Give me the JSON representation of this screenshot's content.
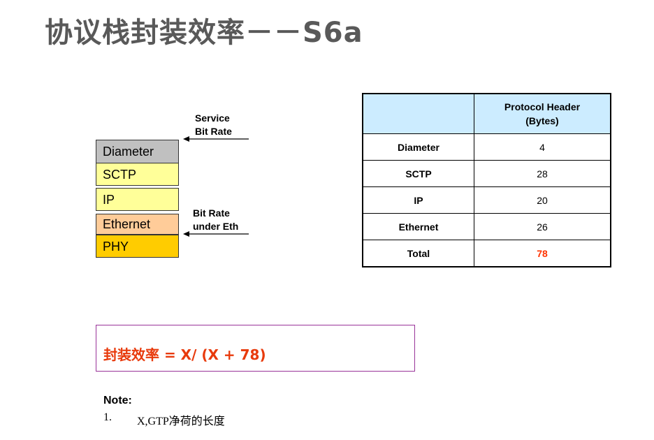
{
  "title": "协议栈封装效率－－S6a",
  "stack": {
    "layers": [
      "Diameter",
      "SCTP",
      "IP",
      "Ethernet",
      "PHY"
    ],
    "service_label": "Service\nBit Rate",
    "eth_label": "Bit Rate\nunder Eth"
  },
  "table": {
    "header_col1": "",
    "header_col2": "Protocol Header\n(Bytes)",
    "rows": [
      {
        "name": "Diameter",
        "value": "4"
      },
      {
        "name": "SCTP",
        "value": "28"
      },
      {
        "name": "IP",
        "value": "20"
      },
      {
        "name": "Ethernet",
        "value": "26"
      },
      {
        "name": "Total",
        "value": "78"
      }
    ]
  },
  "formula": "封装效率 = X/ (X + 78)",
  "note": {
    "title": "Note:",
    "number": "1.",
    "text": "X,GTP净荷的长度"
  },
  "colors": {
    "diameter": "#c0c0c0",
    "sctp_ip": "#ffff99",
    "ethernet": "#ffcc99",
    "phy": "#ffcc00",
    "table_header": "#ccecff",
    "highlight": "#ff3300"
  }
}
